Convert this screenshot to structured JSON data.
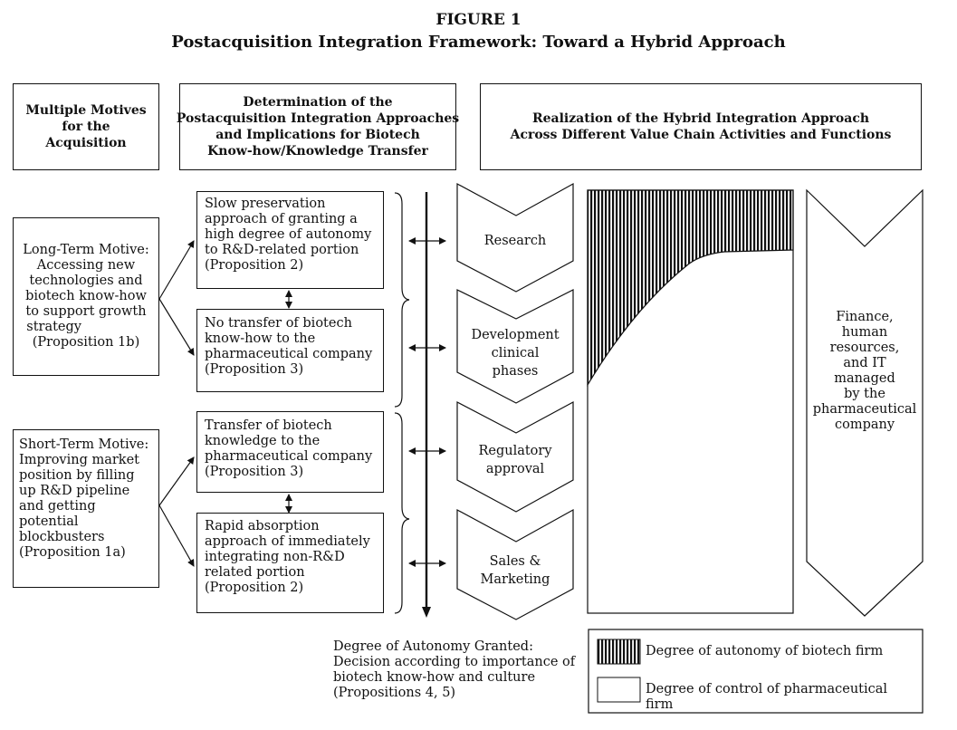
{
  "figure": {
    "number": "FIGURE 1",
    "title": "Postacquisition Integration Framework: Toward a Hybrid Approach"
  },
  "headers": {
    "motives": [
      "Multiple Motives",
      "for the",
      "Acquisition"
    ],
    "determination": [
      "Determination of the",
      "Postacquisition Integration Approaches",
      "and Implications for Biotech",
      "Know-how/Knowledge Transfer"
    ],
    "realization": [
      "Realization of the Hybrid Integration Approach",
      "Across Different Value Chain Activities and Functions"
    ]
  },
  "motives": {
    "long_term": [
      "Long-Term Motive:",
      "Accessing new",
      "technologies and",
      "biotech know-how",
      "to support growth",
      "strategy",
      "(Proposition 1b)"
    ],
    "short_term": [
      "Short-Term Motive:",
      "Improving market",
      "position by filling",
      "up R&D pipeline",
      "and getting",
      "potential",
      "blockbusters",
      "(Proposition 1a)"
    ]
  },
  "approaches": [
    [
      "Slow preservation",
      "approach of granting a",
      "high degree of autonomy",
      "to R&D-related portion",
      "(Proposition 2)"
    ],
    [
      "No transfer of biotech",
      "know-how to the",
      "pharmaceutical company",
      "(Proposition 3)"
    ],
    [
      "Transfer of biotech",
      "knowledge to the",
      "pharmaceutical company",
      "(Proposition 3)"
    ],
    [
      "Rapid absorption",
      "approach of immediately",
      "integrating non-R&D",
      "related portion",
      "(Proposition 2)"
    ]
  ],
  "value_chain": [
    [
      "Research"
    ],
    [
      "Development",
      "clinical",
      "phases"
    ],
    [
      "Regulatory",
      "approval"
    ],
    [
      "Sales &",
      "Marketing"
    ]
  ],
  "support_functions": [
    "Finance,",
    "human",
    "resources,",
    "and IT",
    "managed",
    "by the",
    "pharmaceutical",
    "company"
  ],
  "autonomy_note": [
    "Degree of Autonomy Granted:",
    "Decision according to importance of",
    "biotech know-how and culture",
    "(Propositions 4, 5)"
  ],
  "legend": {
    "autonomy": "Degree of autonomy of biotech firm",
    "control": "Degree of control of pharmaceutical firm"
  },
  "colors": {
    "ink": "#111111",
    "paper": "#ffffff"
  }
}
